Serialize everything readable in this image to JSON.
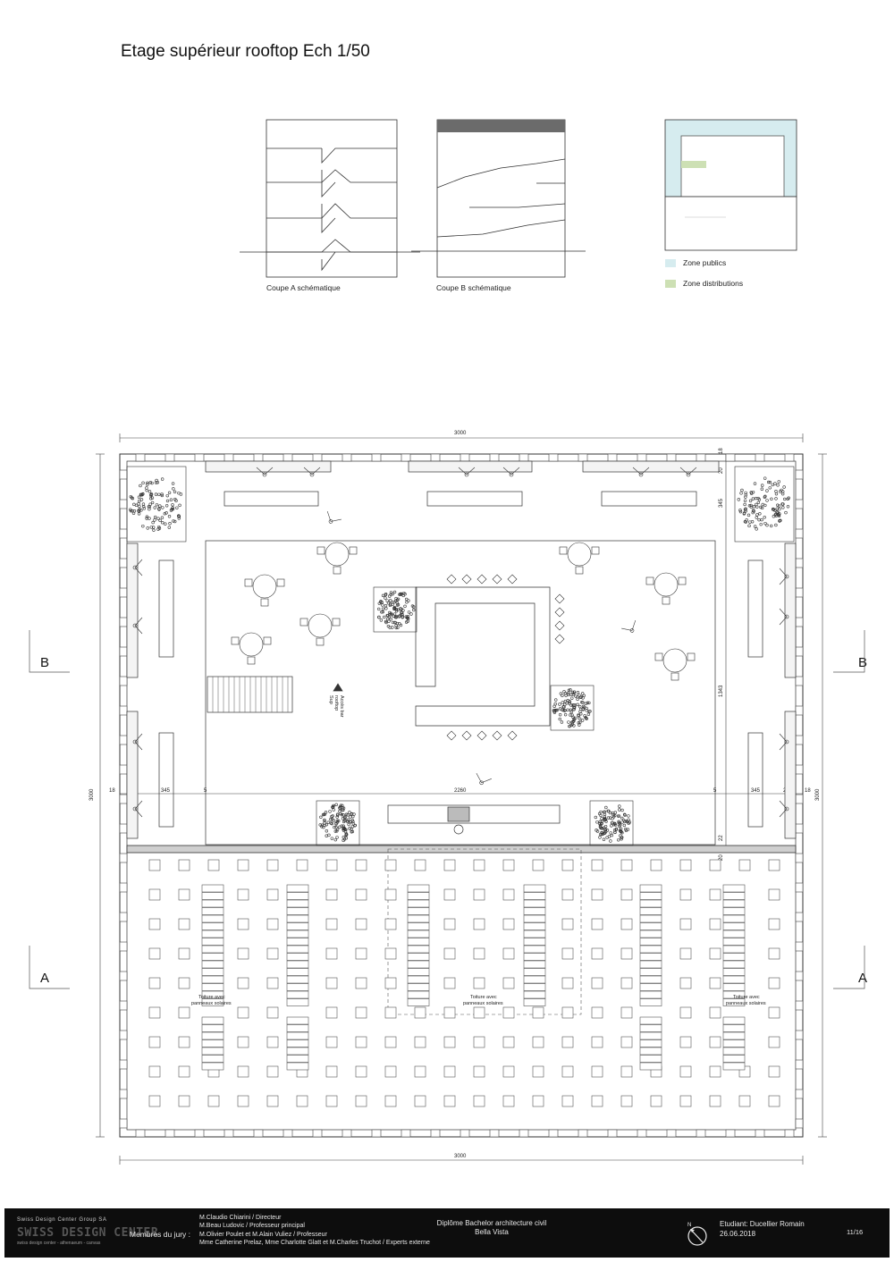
{
  "title": "Etage supérieur rooftop Ech 1/50",
  "sections": {
    "coupe_a": "Coupe A schématique",
    "coupe_b": "Coupe B schématique"
  },
  "legend": [
    {
      "label": "Zone publics",
      "color": "#d6ecef"
    },
    {
      "label": "Zone distributions",
      "color": "#cde0b4"
    }
  ],
  "section_markers": {
    "a": "A",
    "b": "B"
  },
  "plan": {
    "dims": {
      "top": "3000",
      "bottom": "3000",
      "left": "3000",
      "right": "3000",
      "inner": "2260",
      "side_345": "345",
      "wall_20": "20",
      "wall_18": "18",
      "small_5": "5",
      "right_1343": "1343",
      "h_22": "22"
    },
    "stair_note_1": "Accès bar",
    "stair_note_2": "rooftop",
    "stair_note_3": "Sup",
    "roof_label_1": "Toiture avec",
    "roof_label_2": "panneaux solaires"
  },
  "footer": {
    "company": "Swiss Design Center Group SA",
    "logo": "SWISS DESIGN CENTER",
    "logo_sub": "swiss design center - athenaeum - canvas",
    "jury_label": "Membres du jury :",
    "jury": [
      "M.Claudio Chiarini / Directeur",
      "M.Beau Ludovic / Professeur principal",
      "M.Olivier Poulet et M.Alain Vuliez / Professeur",
      "Mme Catherine Prelaz, Mme Charlotte Glatt et M.Charles Truchot / Experts externe"
    ],
    "diploma": "Diplôme Bachelor architecture civil",
    "project": "Bella Vista",
    "student": "Etudiant: Ducellier Romain",
    "date": "26.06.2018",
    "page": "11/16"
  }
}
